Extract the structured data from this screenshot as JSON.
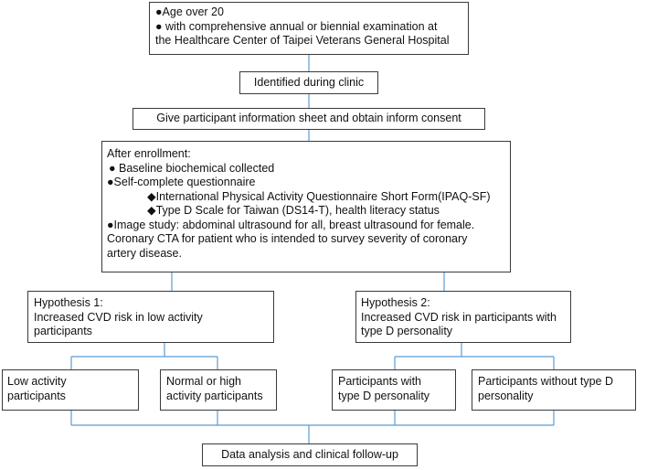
{
  "colors": {
    "border": "#3a3a3a",
    "connector": "#5b9bd5",
    "text": "#111111"
  },
  "eligibility": {
    "lines": [
      "●Age over 20",
      "● with comprehensive annual or biennial examination at",
      "the Healthcare Center of Taipei Veterans General Hospital"
    ]
  },
  "identified": {
    "text": "Identified during clinic"
  },
  "consent": {
    "text": "Give participant information sheet and obtain inform consent"
  },
  "enrollment": {
    "lines": [
      "After enrollment:",
      "●       Baseline biochemical collected",
      "●Self-complete questionnaire",
      "◆International Physical Activity Questionnaire Short Form(IPAQ-SF)",
      "◆Type D Scale for Taiwan (DS14-T), health literacy status",
      "●Image study: abdominal ultrasound for all, breast ultrasound for female.",
      "Coronary CTA for patient who is intended to survey severity of coronary",
      "artery disease."
    ]
  },
  "hypothesis1": {
    "lines": [
      "Hypothesis 1:",
      "Increased CVD risk in low activity",
      "participants"
    ]
  },
  "hypothesis2": {
    "lines": [
      "Hypothesis 2:",
      "Increased CVD risk in participants with",
      "type D personality"
    ]
  },
  "groups": {
    "low_activity": [
      "Low activity",
      "participants"
    ],
    "normal_high_activity": [
      "Normal or high",
      "activity participants"
    ],
    "type_d": [
      "Participants with",
      "type D personality"
    ],
    "non_type_d": [
      "Participants without type D",
      "personality"
    ]
  },
  "final": {
    "text": "Data analysis and clinical follow-up"
  }
}
